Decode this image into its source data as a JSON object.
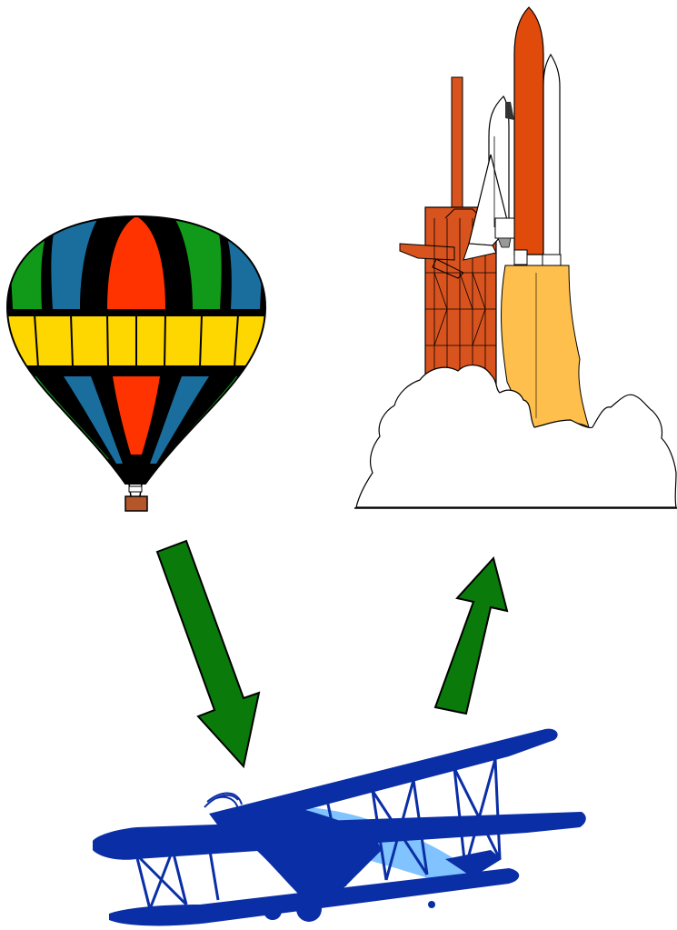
{
  "diagram": {
    "nodes": [
      {
        "id": "balloon",
        "icon": "hot-air-balloon-icon"
      },
      {
        "id": "shuttle",
        "icon": "space-shuttle-icon"
      },
      {
        "id": "biplane",
        "icon": "biplane-icon"
      }
    ],
    "edges": [
      {
        "from": "balloon",
        "to": "biplane",
        "icon": "arrow-down-icon"
      },
      {
        "from": "biplane",
        "to": "shuttle",
        "icon": "arrow-up-icon"
      }
    ]
  },
  "colors": {
    "arrow_fill": "#0a7a0a",
    "arrow_stroke": "#000000",
    "balloon_black": "#000000",
    "balloon_red": "#ff3300",
    "balloon_blue": "#1a6e9e",
    "balloon_green": "#119a19",
    "balloon_yellow": "#ffd700",
    "balloon_basket": "#b5562a",
    "shuttle_orange": "#e04a0a",
    "shuttle_tower": "#d9531e",
    "shuttle_flame": "#ffbf4d",
    "shuttle_white": "#ffffff",
    "plane_blue": "#0a2ea6",
    "plane_light_blue": "#80c3ff"
  }
}
